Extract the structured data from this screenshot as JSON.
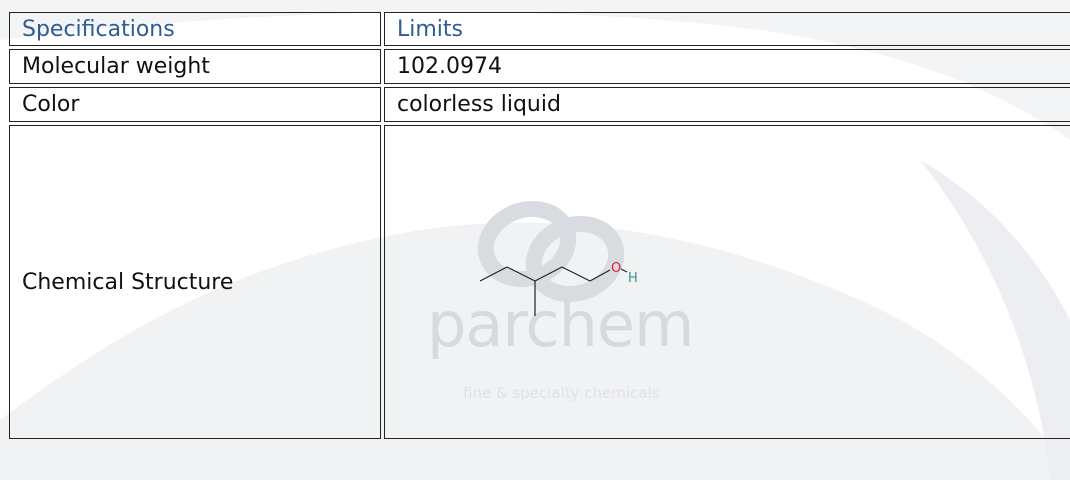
{
  "table": {
    "header": {
      "col1": "Specifications",
      "col2": "Limits"
    },
    "rows": [
      {
        "spec": "Molecular weight",
        "limit": "102.0974"
      },
      {
        "spec": "Color",
        "limit": "colorless liquid"
      }
    ],
    "structure": {
      "label": "Chemical Structure",
      "atoms": {
        "oxygen": "O",
        "hydrogen": "H"
      }
    }
  },
  "watermark": {
    "brand": "parchem",
    "tagline": "fine & specialty chemicals"
  },
  "colors": {
    "header_text": "#2f5d92",
    "oxygen": "#e0202a",
    "hydrogen": "#3a8f8f",
    "watermark": "#d6d9de"
  }
}
